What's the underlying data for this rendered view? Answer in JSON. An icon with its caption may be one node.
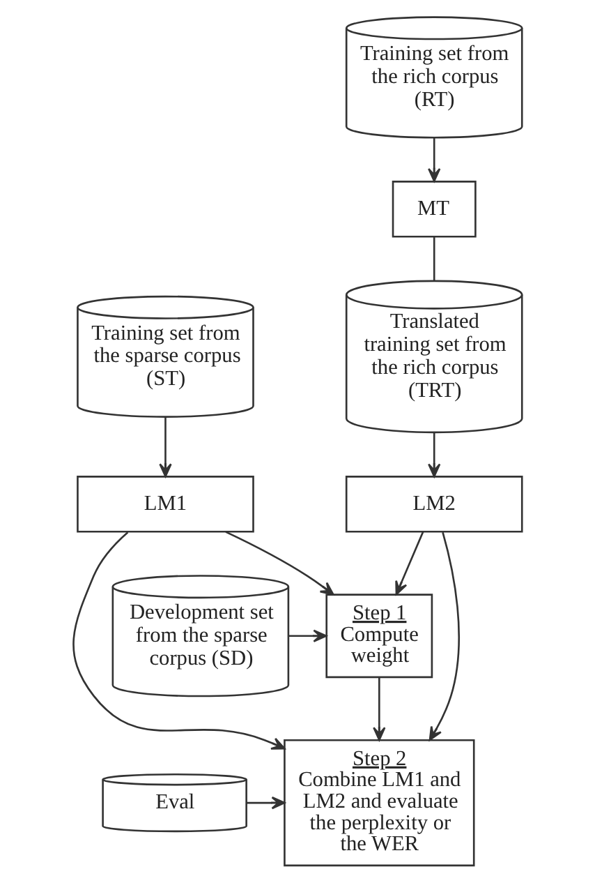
{
  "diagram": {
    "nodes": [
      {
        "text": [
          "Training set from the rich corpus (RT)"
        ]
      },
      {
        "text": [
          "MT"
        ]
      },
      {
        "text": [
          "Training set from the sparse corpus (ST)"
        ]
      },
      {
        "text": [
          "Translated training set from the rich corpus (TRT)"
        ]
      },
      {
        "text": [
          "LM1"
        ]
      },
      {
        "text": [
          "LM2"
        ]
      },
      {
        "text": [
          "Development set from the sparse corpus (SD)"
        ]
      },
      {
        "text": [
          "Step 1",
          "Compute weight"
        ]
      },
      {
        "text": [
          "Step 2",
          "Combine LM1 and LM2 and evaluate the perplexity or the WER"
        ]
      },
      {
        "text": [
          "Eval"
        ]
      }
    ],
    "edges": [
      {
        "from": 0,
        "to": 1,
        "arrow": "to"
      },
      {
        "from": 1,
        "to": 3,
        "arrow": "none"
      },
      {
        "from": 2,
        "to": 4,
        "arrow": "to"
      },
      {
        "from": 3,
        "to": 5,
        "arrow": "to"
      },
      {
        "from": 4,
        "to": 7,
        "arrow": "to"
      },
      {
        "from": 4,
        "to": 8,
        "arrow": "to"
      },
      {
        "from": 5,
        "to": 7,
        "arrow": "to"
      },
      {
        "from": 5,
        "to": 8,
        "arrow": "to"
      },
      {
        "from": 6,
        "to": 7,
        "arrow": "to"
      },
      {
        "from": 7,
        "to": 8,
        "arrow": "to"
      },
      {
        "from": 9,
        "to": 8,
        "arrow": "to"
      }
    ]
  }
}
